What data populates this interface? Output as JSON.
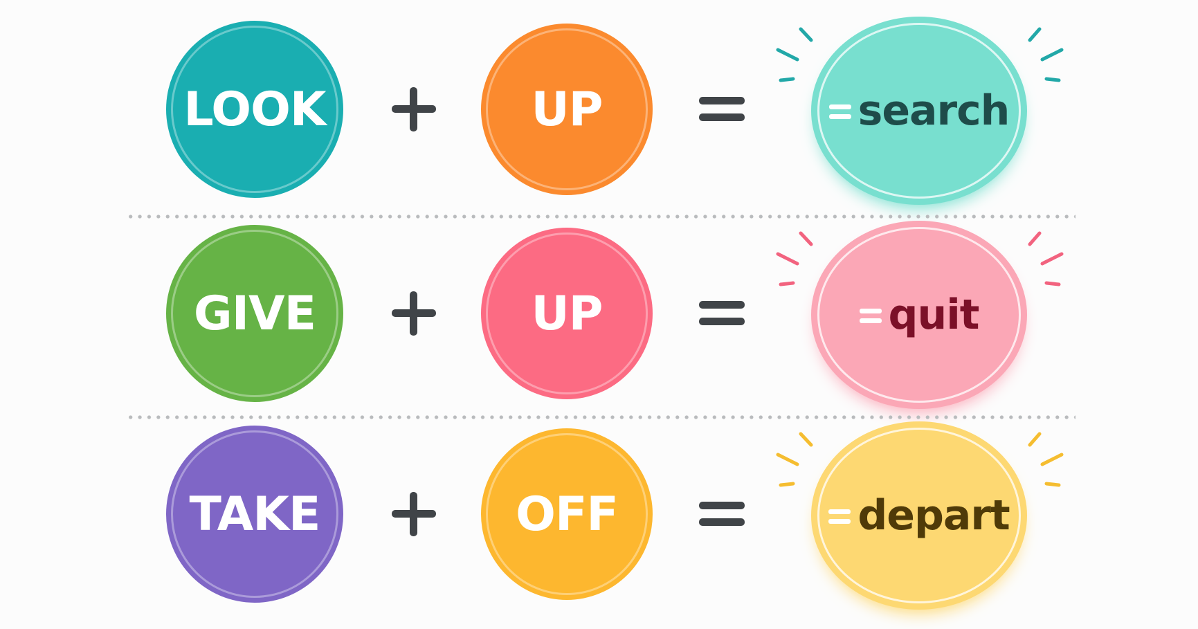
{
  "rows": [
    {
      "verb": "LOOK",
      "particle": "UP",
      "meaning": "search",
      "colors": {
        "verb": "#1aaeb1",
        "particle": "#fb8a2e",
        "result": "#78dfcf",
        "meaning_text": "#1e4c4a",
        "spark": "#22a8a8"
      }
    },
    {
      "verb": "GIVE",
      "particle": "UP",
      "meaning": "quit",
      "colors": {
        "verb": "#66b346",
        "particle": "#fc6b83",
        "result": "#fba7b6",
        "meaning_text": "#7b1028",
        "spark": "#f2637f"
      }
    },
    {
      "verb": "TAKE",
      "particle": "OFF",
      "meaning": "depart",
      "colors": {
        "verb": "#7f66c6",
        "particle": "#fdb72f",
        "result": "#fdd872",
        "meaning_text": "#4f3a08",
        "spark": "#f5bd30"
      }
    }
  ],
  "operators": {
    "plus": "plus-icon",
    "equals": "equals-icon"
  }
}
